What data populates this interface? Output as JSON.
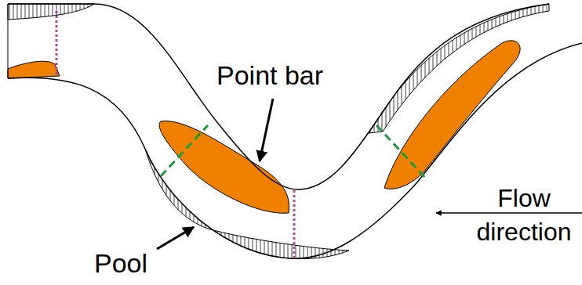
{
  "diagram": {
    "labels": [
      "Point bar",
      "Pool",
      "Flow direction"
    ]
  }
}
